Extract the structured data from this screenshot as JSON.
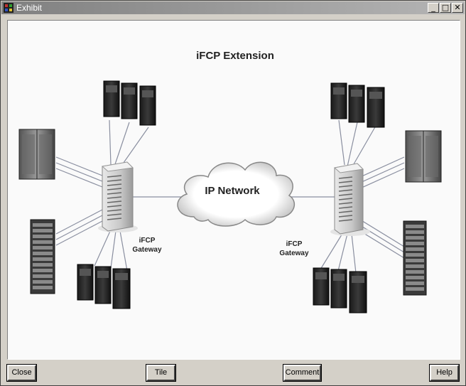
{
  "window": {
    "title": "Exhibit",
    "controls": {
      "minimize": "_",
      "maximize": "□",
      "close": "✕"
    }
  },
  "diagram": {
    "title": "iFCP Extension",
    "cloud_label": "IP Network",
    "left_gateway": {
      "line1": "iFCP",
      "line2": "Gateway"
    },
    "right_gateway": {
      "line1": "iFCP",
      "line2": "Gateway"
    }
  },
  "buttons": {
    "close": "Close",
    "tile": "Tile",
    "comment": "Comment",
    "help": "Help"
  }
}
